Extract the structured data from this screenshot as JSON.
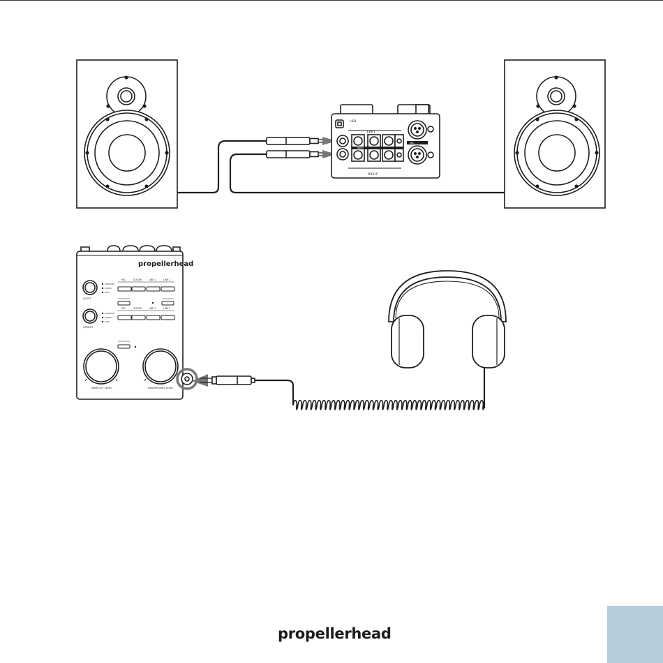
{
  "brand": {
    "footer_logo": "propellerhead",
    "device_logo": "propellerhead"
  },
  "colors": {
    "line": "#1f1f1f",
    "highlight": "#777777",
    "page_tab": "#b8cddb"
  },
  "rear_panel": {
    "usb_label": "USB",
    "left_label": "LEFT",
    "right_label": "RIGHT",
    "input_label": "INPUT",
    "mic_label": "MIC"
  },
  "front_panel": {
    "left_label": "L/LEFT",
    "right_label": "2/RIGHT",
    "source_row1": [
      "MIC",
      "GUITAR",
      "LINE 1",
      "LINE 2"
    ],
    "source_row2": [
      "MIC",
      "GUITAR",
      "LINE 1",
      "LINE 2"
    ],
    "main_out_label": "MAIN OUT LEVEL",
    "headphones_label": "HEADPHONES LEVEL"
  }
}
